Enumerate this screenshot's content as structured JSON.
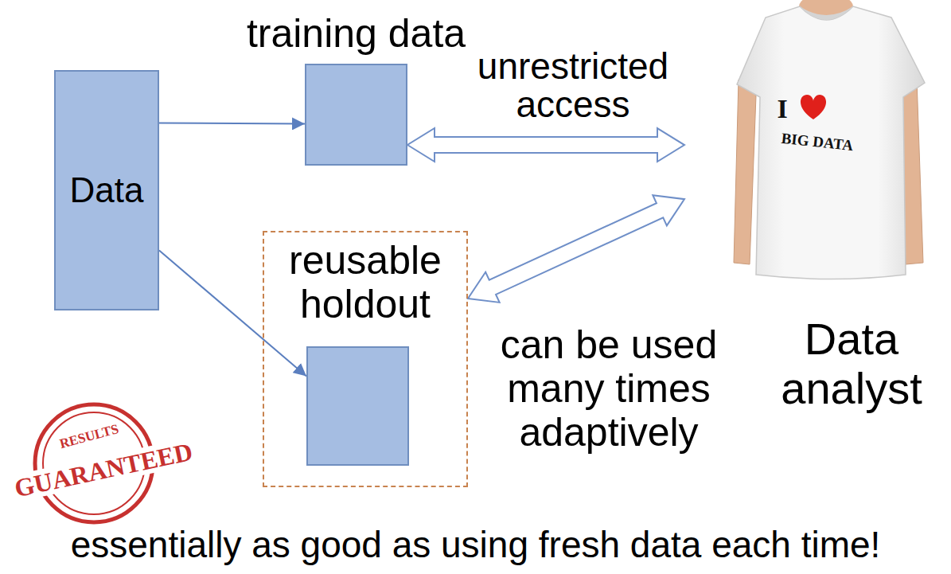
{
  "diagram": {
    "caption": "essentially as good as using fresh data each time!",
    "nodes": [
      {
        "text": [
          "Data"
        ]
      },
      {
        "text": [
          "training data"
        ]
      },
      {
        "text": [
          "reusable holdout"
        ]
      },
      {
        "text": [
          "Data analyst"
        ]
      }
    ],
    "edges": [
      {
        "from": 0,
        "to": 1,
        "arrow": "to"
      },
      {
        "from": 0,
        "to": 2,
        "arrow": "to"
      },
      {
        "from": 1,
        "to": 3,
        "arrow": "both",
        "label": "unrestricted access"
      },
      {
        "from": 2,
        "to": 3,
        "arrow": "both",
        "label": "can be used many times adaptively"
      }
    ],
    "labels": [
      "I",
      "BIG DATA",
      "RESULTS",
      "GUARANTEED"
    ]
  }
}
